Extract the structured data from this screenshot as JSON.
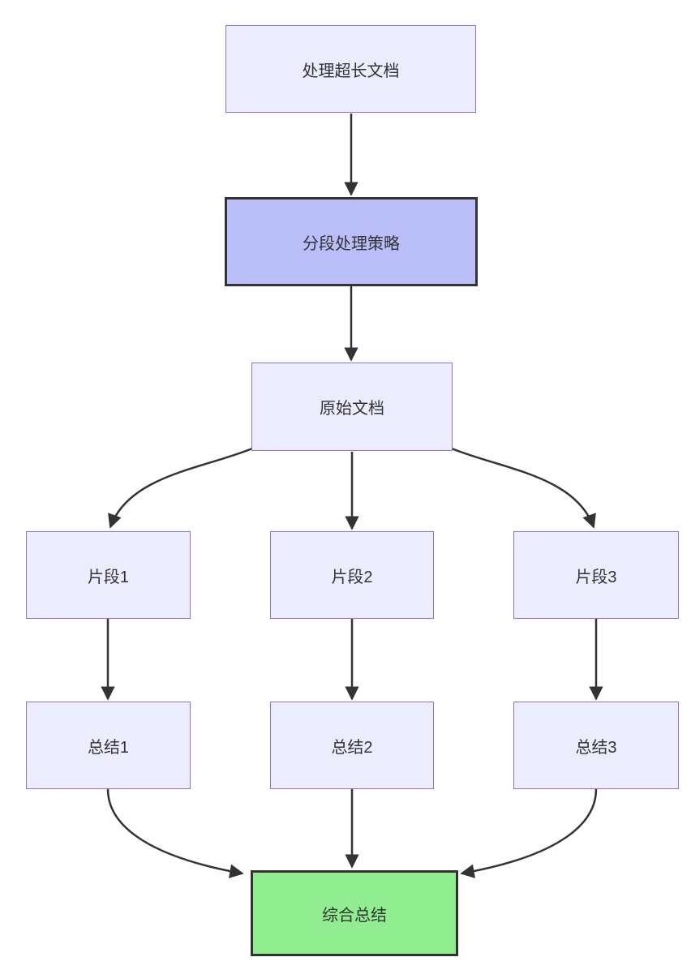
{
  "diagram": {
    "type": "flowchart",
    "direction": "top-down",
    "nodes": {
      "start": {
        "label": "处理超长文档",
        "style": "default"
      },
      "strategy": {
        "label": "分段处理策略",
        "style": "highlight"
      },
      "doc": {
        "label": "原始文档",
        "style": "default"
      },
      "frag1": {
        "label": "片段1",
        "style": "default"
      },
      "frag2": {
        "label": "片段2",
        "style": "default"
      },
      "frag3": {
        "label": "片段3",
        "style": "default"
      },
      "sum1": {
        "label": "总结1",
        "style": "default"
      },
      "sum2": {
        "label": "总结2",
        "style": "default"
      },
      "sum3": {
        "label": "总结3",
        "style": "default"
      },
      "final": {
        "label": "综合总结",
        "style": "success"
      }
    },
    "edges": [
      {
        "from": "start",
        "to": "strategy"
      },
      {
        "from": "strategy",
        "to": "doc"
      },
      {
        "from": "doc",
        "to": "frag1"
      },
      {
        "from": "doc",
        "to": "frag2"
      },
      {
        "from": "doc",
        "to": "frag3"
      },
      {
        "from": "frag1",
        "to": "sum1"
      },
      {
        "from": "frag2",
        "to": "sum2"
      },
      {
        "from": "frag3",
        "to": "sum3"
      },
      {
        "from": "sum1",
        "to": "final"
      },
      {
        "from": "sum2",
        "to": "final"
      },
      {
        "from": "sum3",
        "to": "final"
      }
    ],
    "colors": {
      "node_fill": "#ECECFF",
      "node_border": "#9370DB",
      "highlight_fill": "#B9BDF8",
      "highlight_border": "#333333",
      "success_fill": "#90EE90",
      "success_border": "#333333",
      "edge": "#333333",
      "text": "#333333",
      "background": "#FFFFFF"
    }
  }
}
